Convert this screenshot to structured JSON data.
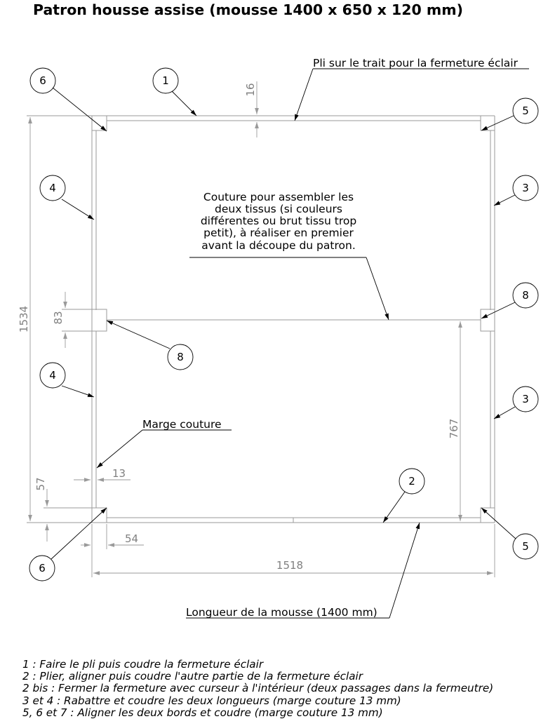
{
  "title": "Patron housse assise (mousse 1400 x 650 x 120 mm)",
  "labels": {
    "fold_line": "Pli sur le trait pour la fermeture éclair",
    "seam_note": [
      "Couture pour assembler les",
      "deux tissus (si couleurs",
      "différentes ou brut tissu trop",
      "petit), à réaliser en premier",
      "avant la découpe du patron."
    ],
    "seam_margin": "Marge couture",
    "foam_length": "Longueur de la mousse (1400 mm)"
  },
  "dimensions": {
    "d16": "16",
    "d1534": "1534",
    "d83": "83",
    "d767": "767",
    "d13": "13",
    "d57": "57",
    "d54": "54",
    "d1518": "1518"
  },
  "balloons": {
    "b6_top": "6",
    "b1": "1",
    "b5_top": "5",
    "b4_top": "4",
    "b3_top": "3",
    "b8_right": "8",
    "b8_left": "8",
    "b4_bottom": "4",
    "b3_bottom": "3",
    "b2": "2",
    "b5_bottom": "5",
    "b6_bottom": "6"
  },
  "instructions": [
    "1 : Faire le pli puis coudre la fermeture éclair",
    "2 : Plier, aligner puis coudre l'autre partie de la fermeture éclair",
    "2 bis : Fermer la fermeture avec curseur à l'intérieur (deux passages dans la fermeutre)",
    "3 et 4 : Rabattre et coudre les deux longueurs (marge couture 13 mm)",
    "5, 6 et 7 : Aligner les deux bords et coudre (marge couture 13 mm)"
  ]
}
